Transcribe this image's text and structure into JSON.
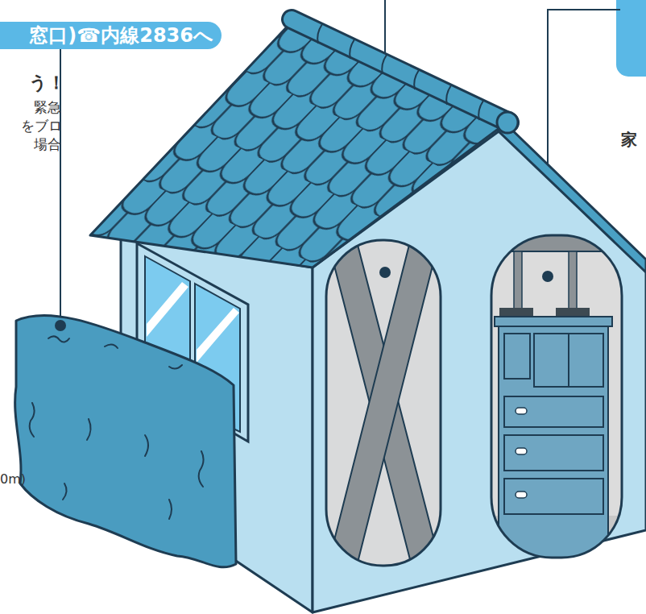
{
  "diagram": {
    "nodes": [
      {
        "text": [
          "窓口)☎内線2836へ"
        ]
      }
    ],
    "labels": [
      "う！",
      "緊急",
      "をブロ",
      "場合",
      "0m)",
      "家"
    ]
  }
}
